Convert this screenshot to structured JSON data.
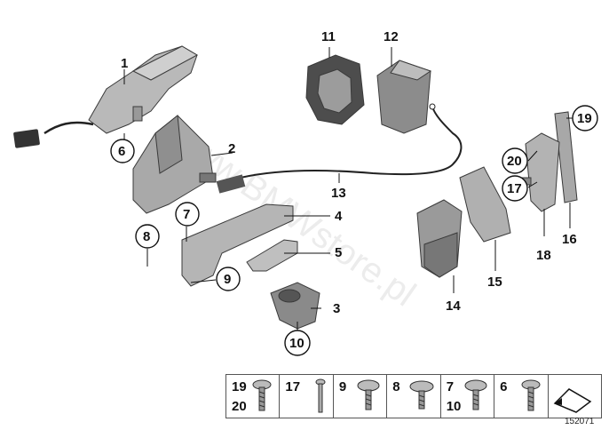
{
  "watermark": "www.BMWstore.pl",
  "callouts": {
    "c1": "1",
    "c2": "2",
    "c3": "3",
    "c4": "4",
    "c5": "5",
    "c6": "6",
    "c7": "7",
    "c8": "8",
    "c9": "9",
    "c10": "10",
    "c11": "11",
    "c12": "12",
    "c13": "13",
    "c14": "14",
    "c15": "15",
    "c16": "16",
    "c17": "17",
    "c18": "18",
    "c19": "19",
    "c20": "20"
  },
  "legend": [
    {
      "top": "19",
      "bottom": "20",
      "icon": "torx-screw-icon"
    },
    {
      "top": "17",
      "bottom": "",
      "icon": "long-pin-icon"
    },
    {
      "top": "9",
      "bottom": "",
      "icon": "pan-screw-icon"
    },
    {
      "top": "8",
      "bottom": "",
      "icon": "washer-screw-icon"
    },
    {
      "top": "7",
      "bottom": "10",
      "icon": "flange-screw-icon"
    },
    {
      "top": "6",
      "bottom": "",
      "icon": "torx-screw-icon"
    }
  ],
  "diagram_number": "152071"
}
